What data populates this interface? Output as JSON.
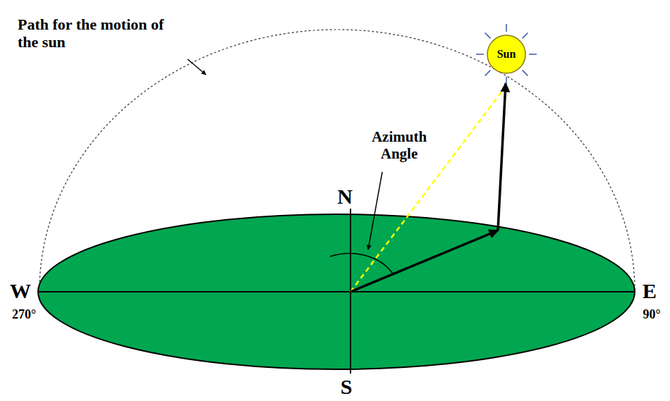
{
  "diagram": {
    "nodes": [
      {
        "text": [
          "Sun"
        ]
      }
    ],
    "labels": [
      "Path for the motion of the sun",
      "Azimuth Angle",
      "N",
      "S",
      "W",
      "270°",
      "E",
      "90°"
    ]
  }
}
